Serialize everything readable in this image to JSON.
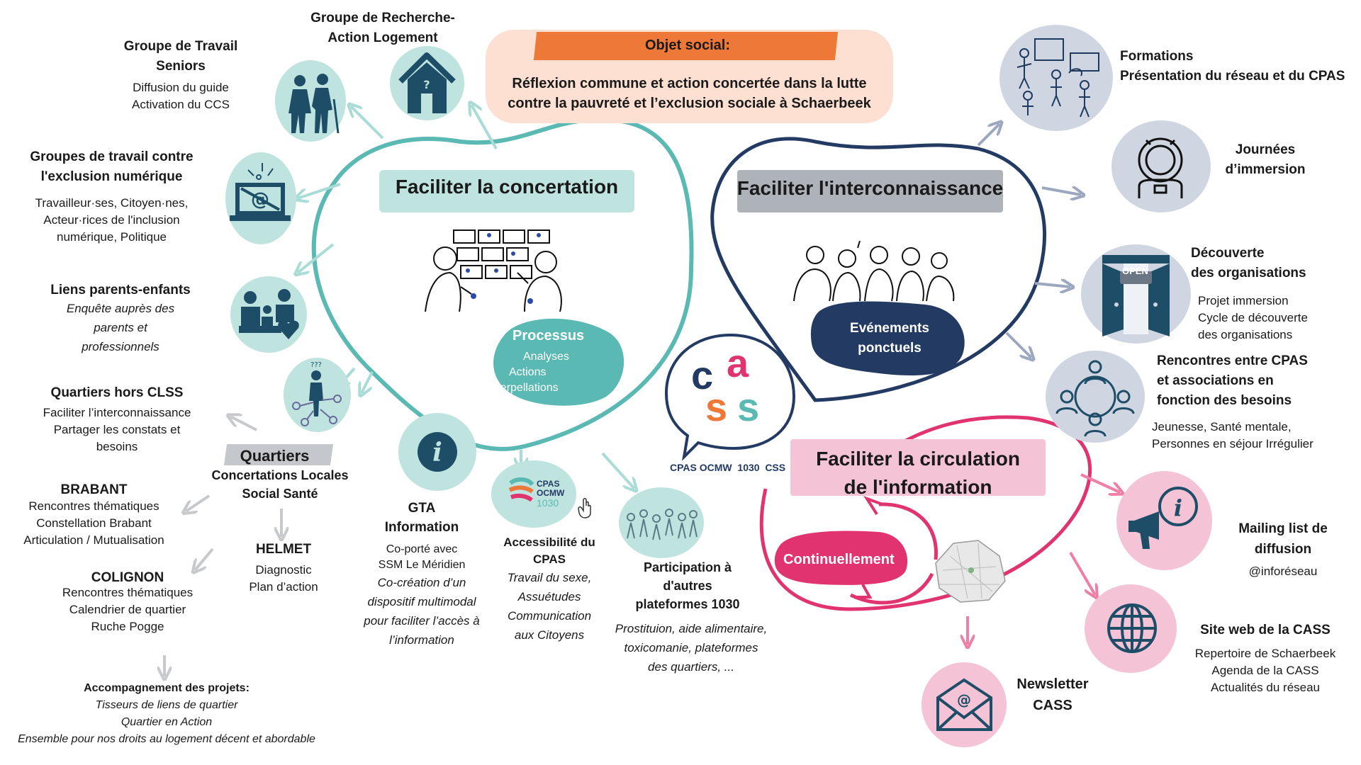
{
  "colors": {
    "teal": "#5ab9b2",
    "teal_light": "#bfe4e0",
    "navy": "#233a63",
    "pink": "#e0336f",
    "pink_light": "#f5c3d6",
    "orange": "#ee7838",
    "peach": "#fde0d2",
    "grey_blue": "#cfd6e1",
    "grey": "#c4c8cc"
  },
  "objet": {
    "title": "Objet social:",
    "line1": "Réflexion commune et action concertée dans la lutte",
    "line2": "contre la pauvreté et l’exclusion sociale à Schaerbeek"
  },
  "center": {
    "letters": [
      "c",
      "a",
      "s",
      "s"
    ],
    "caption": "CPAS OCMW  1030  CSS"
  },
  "concertation": {
    "title": "Faciliter la concertation",
    "processus_title": "Processus",
    "processus_items": [
      "Analyses",
      "Actions",
      "Interpellations"
    ]
  },
  "interconnaissance": {
    "title": "Faciliter l'interconnaissance",
    "events_line1": "Evénements",
    "events_line2": "ponctuels"
  },
  "circulation": {
    "title_line1": "Faciliter la circulation",
    "title_line2": "de l'information",
    "badge": "Continuellement"
  },
  "left": {
    "grl": {
      "line1": "Groupe de Recherche-",
      "line2": "Action Logement"
    },
    "seniors": {
      "title_line1": "Groupe de Travail",
      "title_line2": "Seniors",
      "items": [
        "Diffusion du guide",
        "Activation du CCS"
      ]
    },
    "numerique": {
      "title_line1": "Groupes de travail contre",
      "title_line2": "l'exclusion numérique",
      "items": [
        "Travailleur·ses, Citoyen·nes,",
        "Acteur·rices de l'inclusion",
        "numérique, Politique"
      ]
    },
    "parents": {
      "title": "Liens parents-enfants",
      "items": [
        "Enquête auprès des",
        "parents et",
        "professionnels"
      ]
    },
    "quartiers_hors": {
      "title": "Quartiers hors CLSS",
      "items": [
        "Faciliter l’interconnaissance",
        "Partager les constats et",
        "besoins"
      ]
    },
    "quartiers": {
      "title": "Quartiers",
      "sub_line1": "Concertations Locales",
      "sub_line2": "Social Santé"
    },
    "brabant": {
      "title": "BRABANT",
      "items": [
        "Rencontres thématiques",
        "Constellation Brabant",
        "Articulation / Mutualisation"
      ]
    },
    "helmet": {
      "title": "HELMET",
      "items": [
        "Diagnostic",
        "Plan d’action"
      ]
    },
    "colignon": {
      "title": "COLIGNON",
      "items": [
        "Rencontres thématiques",
        "Calendrier de quartier",
        "Ruche Pogge"
      ]
    },
    "accomp": {
      "title": "Accompagnement des projets:",
      "items": [
        "Tisseurs de liens de quartier",
        "Quartier en Action",
        "Ensemble pour nos droits au logement décent et abordable"
      ]
    }
  },
  "bottom": {
    "gta": {
      "title_line1": "GTA",
      "title_line2": "Information",
      "items": [
        "Co-porté avec",
        "SSM Le Méridien"
      ],
      "italic": [
        "Co-création d’un",
        "dispositif multimodal",
        "pour faciliter l’accès à",
        "l’information"
      ]
    },
    "access": {
      "title_line1": "Accessibilité du",
      "title_line2": "CPAS",
      "italic": [
        "Travail du sexe,",
        "Assuétudes",
        "Communication",
        "aux Citoyens"
      ]
    },
    "cpas_logo": {
      "line1": "CPAS",
      "line2": "OCMW",
      "line3": "1030"
    },
    "platforms": {
      "title_line1": "Participation à",
      "title_line2": "d'autres",
      "title_line3": "plateformes 1030",
      "italic": [
        "Prostituion, aide alimentaire,",
        "toxicomanie, plateformes",
        "des quartiers, ..."
      ]
    }
  },
  "right": {
    "formations": {
      "line1": "Formations",
      "line2": "Présentation du réseau et du CPAS"
    },
    "immersion": {
      "line1": "Journées",
      "line2": "d’immersion"
    },
    "decouverte": {
      "title_line1": "Découverte",
      "title_line2": "des organisations",
      "items": [
        "Projet immersion",
        "Cycle de découverte",
        "des organisations"
      ],
      "sign": "OPEN"
    },
    "rencontres": {
      "title_line1": "Rencontres entre CPAS",
      "title_line2": "et associations en",
      "title_line3": "fonction des besoins",
      "items": [
        "Jeunesse, Santé mentale,",
        "Personnes en séjour Irrégulier"
      ]
    },
    "mailing": {
      "title_line1": "Mailing list de",
      "title_line2": "diffusion",
      "sub": "@inforéseau"
    },
    "site": {
      "title": "Site web de la CASS",
      "items": [
        "Repertoire de Schaerbeek",
        "Agenda de la CASS",
        "Actualités du réseau"
      ]
    },
    "newsletter": {
      "line1": "Newsletter",
      "line2": "CASS"
    }
  }
}
